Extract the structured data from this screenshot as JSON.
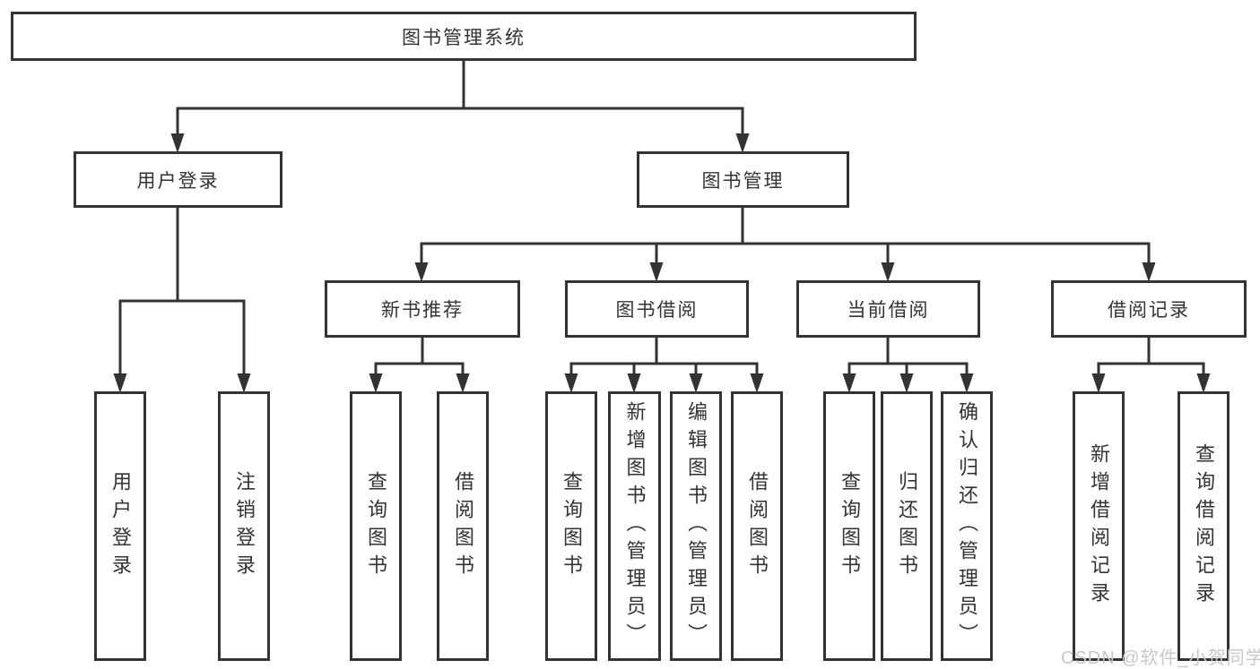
{
  "tree": {
    "root": {
      "label": "图书管理系统"
    },
    "branches": [
      {
        "label": "用户登录",
        "children": [
          {
            "label": "用户登录"
          },
          {
            "label": "注销登录"
          }
        ]
      },
      {
        "label": "图书管理",
        "children": [
          {
            "label": "新书推荐",
            "children": [
              {
                "label": "查询图书"
              },
              {
                "label": "借阅图书"
              }
            ]
          },
          {
            "label": "图书借阅",
            "children": [
              {
                "label": "查询图书"
              },
              {
                "label": "新增图书（管理员）"
              },
              {
                "label": "编辑图书（管理员）"
              },
              {
                "label": "借阅图书"
              }
            ]
          },
          {
            "label": "当前借阅",
            "children": [
              {
                "label": "查询图书"
              },
              {
                "label": "归还图书"
              },
              {
                "label": "确认归还（管理员）"
              }
            ]
          },
          {
            "label": "借阅记录",
            "children": [
              {
                "label": "新增借阅记录"
              },
              {
                "label": "查询借阅记录"
              }
            ]
          }
        ]
      }
    ]
  },
  "watermark": {
    "text": "CSDN @软件_小贺同学"
  },
  "colors": {
    "line": "#333333",
    "text": "#333333",
    "canvas": "#ffffff",
    "watermark": "#c8c8c8"
  }
}
